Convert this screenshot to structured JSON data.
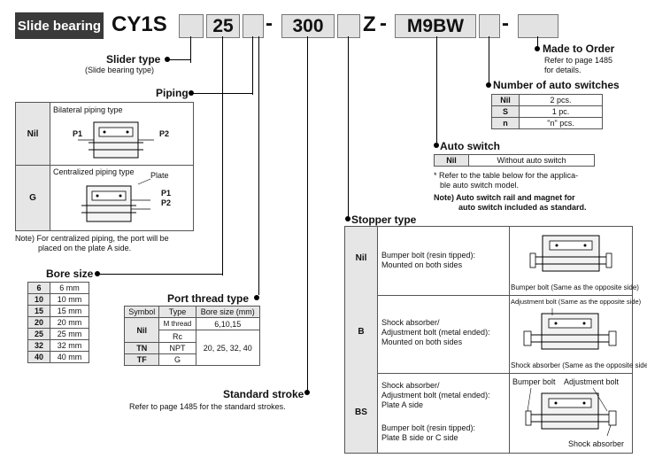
{
  "header": {
    "badge": "Slide bearing",
    "series": "CY1S",
    "bore_value": "25",
    "dash1": "-",
    "stroke_value": "300",
    "z": "Z",
    "dash2": "-",
    "switch_value": "M9BW",
    "dash3": "-"
  },
  "slider_type": {
    "title": "Slider type",
    "desc": "(Slide bearing type)"
  },
  "made_to_order": {
    "title": "Made to Order",
    "line1": "Refer to page 1485",
    "line2": "for details."
  },
  "num_switches": {
    "title": "Number of auto switches",
    "rows": [
      {
        "code": "Nil",
        "desc": "2 pcs."
      },
      {
        "code": "S",
        "desc": "1 pc."
      },
      {
        "code": "n",
        "desc": "\"n\" pcs."
      }
    ]
  },
  "piping": {
    "title": "Piping",
    "rows": [
      {
        "code": "Nil",
        "desc": "Bilateral piping type",
        "p1": "P1",
        "p2": "P2"
      },
      {
        "code": "G",
        "desc": "Centralized piping type",
        "plate": "Plate",
        "p1": "P1",
        "p2": "P2"
      }
    ],
    "note1": "Note) For centralized piping, the port will be",
    "note2": "placed on the plate A side."
  },
  "auto_switch": {
    "title": "Auto switch",
    "code": "Nil",
    "desc": "Without auto switch",
    "note1": "* Refer to the table below for the applica-",
    "note2": "ble auto switch model.",
    "note3": "Note) Auto switch rail and magnet for",
    "note4": "auto switch included as standard."
  },
  "bore_size": {
    "title": "Bore size",
    "rows": [
      {
        "code": "6",
        "desc": "6 mm"
      },
      {
        "code": "10",
        "desc": "10 mm"
      },
      {
        "code": "15",
        "desc": "15 mm"
      },
      {
        "code": "20",
        "desc": "20 mm"
      },
      {
        "code": "25",
        "desc": "25 mm"
      },
      {
        "code": "32",
        "desc": "32 mm"
      },
      {
        "code": "40",
        "desc": "40 mm"
      }
    ]
  },
  "port_thread": {
    "title": "Port thread type",
    "headers": [
      "Symbol",
      "Type",
      "Bore size (mm)"
    ],
    "nil": "Nil",
    "m_thread": "M thread",
    "m_bore": "6,10,15",
    "rc": "Rc",
    "tn": "TN",
    "npt": "NPT",
    "tf": "TF",
    "g": "G",
    "big_bore": "20, 25, 32, 40"
  },
  "stroke": {
    "title": "Standard stroke",
    "desc": "Refer to page 1485 for the standard strokes."
  },
  "stopper": {
    "title": "Stopper type",
    "rows": [
      {
        "code": "Nil",
        "l1": "Bumper bolt (resin tipped):",
        "l2": "Mounted on both sides",
        "cap": "Bumper bolt (Same as the opposite side)"
      },
      {
        "code": "B",
        "top": "Adjustment bolt (Same as the opposite side)",
        "l1": "Shock absorber/",
        "l2": "Adjustment bolt (metal ended):",
        "l3": "Mounted on both sides",
        "cap": "Shock absorber (Same as the opposite side)"
      },
      {
        "code": "BS",
        "lab1": "Bumper bolt",
        "lab2": "Adjustment bolt",
        "l1": "Shock absorber/",
        "l2": "Adjustment bolt (metal ended):",
        "l3": "Plate A side",
        "l4": "Bumper bolt (resin tipped):",
        "l5": "Plate B side or C side",
        "cap": "Shock absorber"
      }
    ]
  }
}
